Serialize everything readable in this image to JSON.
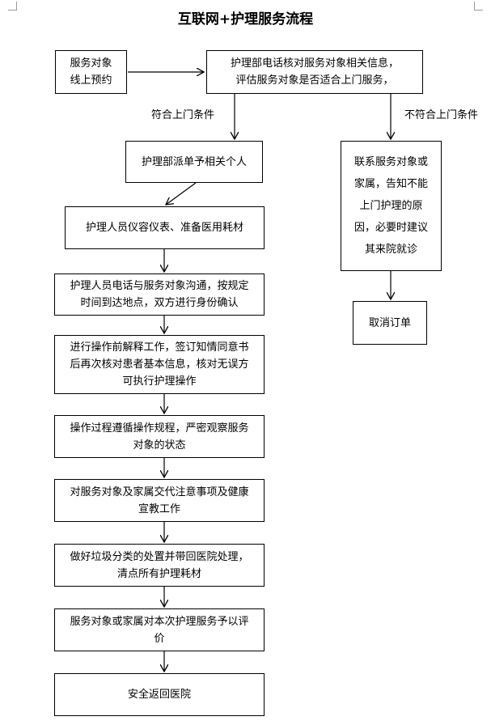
{
  "title": "互联网+护理服务流程",
  "nodes": {
    "order_online": "服务对象\n线上预约",
    "phone_assess": "护理部电话核对服务对象相关信息，\n评估服务对象是否适合上门服务，",
    "dispatch": "护理部派单予相关个人",
    "prepare": "护理人员仪容仪表、准备医用耗材",
    "contact": "护理人员电话与服务对象沟通，按规定\n时间到达地点，双方进行身份确认",
    "explain": "进行操作前解释工作，签订知情同意书\n后再次核对患者基本信息，核对无误方\n可执行护理操作",
    "operate": "操作过程遵循操作规程，严密观察服务\n对象的状态",
    "educate": "对服务对象及家属交代注意事项及健康\n宣教工作",
    "waste": "做好垃圾分类的处置并带回医院处理，\n清点所有护理耗材",
    "evaluate": "服务对象或家属对本次护理服务予以评\n价",
    "return": "安全返回医院",
    "notify": "联系服务对象或\n家属，告知不能\n上门护理的原\n因，必要时建议\n其来院就诊",
    "cancel": "取消订单"
  },
  "branches": {
    "eligible": "符合上门条件",
    "ineligible": "不符合上门条件"
  }
}
